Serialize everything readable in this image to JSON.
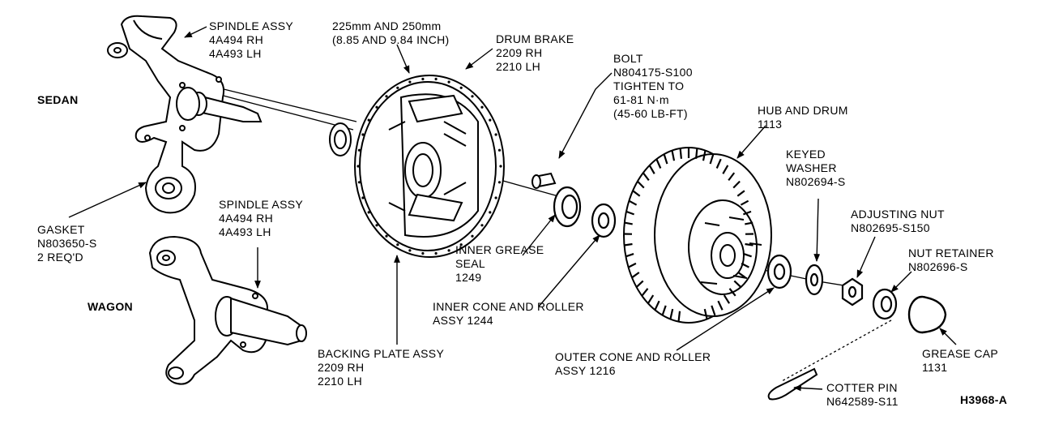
{
  "section_labels": {
    "sedan": "SEDAN",
    "wagon": "WAGON"
  },
  "callouts": {
    "spindle_sedan": [
      "SPINDLE ASSY",
      "4A494 RH",
      "4A493 LH"
    ],
    "drum_size": [
      "225mm AND 250mm",
      "(8.85 AND 9.84 INCH)"
    ],
    "drum_brake": [
      "DRUM BRAKE",
      "2209 RH",
      "2210 LH"
    ],
    "bolt": [
      "BOLT",
      "N804175-S100",
      "TIGHTEN TO",
      "61-81 N·m",
      "(45-60 LB-FT)"
    ],
    "hub_drum": [
      "HUB AND DRUM",
      "1113"
    ],
    "keyed_washer": [
      "KEYED",
      "WASHER",
      "N802694-S"
    ],
    "adjusting_nut": [
      "ADJUSTING NUT",
      "N802695-S150"
    ],
    "nut_retainer": [
      "NUT RETAINER",
      "N802696-S"
    ],
    "gasket": [
      "GASKET",
      "N803650-S",
      "2 REQ'D"
    ],
    "spindle_wagon": [
      "SPINDLE ASSY",
      "4A494 RH",
      "4A493 LH"
    ],
    "inner_seal": [
      "INNER GREASE",
      "SEAL",
      "1249"
    ],
    "inner_cone": [
      "INNER CONE AND ROLLER",
      "ASSY 1244"
    ],
    "backing_plate": [
      "BACKING PLATE ASSY",
      "2209 RH",
      "2210 LH"
    ],
    "outer_cone": [
      "OUTER CONE AND ROLLER",
      "ASSY 1216"
    ],
    "grease_cap": [
      "GREASE CAP",
      "1131"
    ],
    "cotter_pin": [
      "COTTER PIN",
      "N642589-S11"
    ]
  },
  "figure_code": "H3968-A"
}
